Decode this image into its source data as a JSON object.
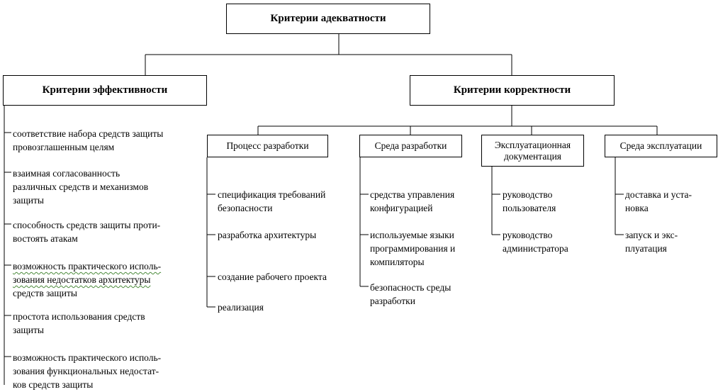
{
  "root": "Критерии адекватности",
  "left_category": {
    "title": "Критерии эффективности",
    "items": [
      [
        "соответствие набора средств защиты",
        "провозглашенным целям"
      ],
      [
        "взаимная согласованность",
        "различных средств и механизмов",
        "защиты"
      ],
      [
        "способность средств защиты проти-",
        "востоять атакам"
      ],
      [
        "возможность практического исполь-",
        "зования недостатков архитектуры",
        "средств защиты"
      ],
      [
        "простота использования средств",
        "защиты"
      ],
      [
        "возможность практического исполь-",
        "зования функциональных недостат-",
        "ков средств защиты"
      ]
    ]
  },
  "right_category": {
    "title": "Критерии корректности",
    "groups": [
      {
        "title": "Процесс разработки",
        "items": [
          [
            "спецификация требований",
            "безопасности"
          ],
          [
            "разработка архитектуры"
          ],
          [
            "создание рабочего проекта"
          ],
          [
            "реализация"
          ]
        ]
      },
      {
        "title": "Среда разработки",
        "items": [
          [
            "средства управления",
            "конфигурацией"
          ],
          [
            "используемые языки",
            "программирования и",
            "компиляторы"
          ],
          [
            "безопасность среды",
            "разработки"
          ]
        ]
      },
      {
        "title": "Эксплуатационная документация",
        "title_lines": [
          "Эксплуатационная",
          "документация"
        ],
        "items": [
          [
            "руководство",
            "пользователя"
          ],
          [
            "руководство",
            "администратора"
          ]
        ]
      },
      {
        "title": "Среда эксплуатации",
        "items": [
          [
            "доставка и уста-",
            "новка"
          ],
          [
            "запуск и экс-",
            "плуатация"
          ]
        ]
      }
    ]
  }
}
